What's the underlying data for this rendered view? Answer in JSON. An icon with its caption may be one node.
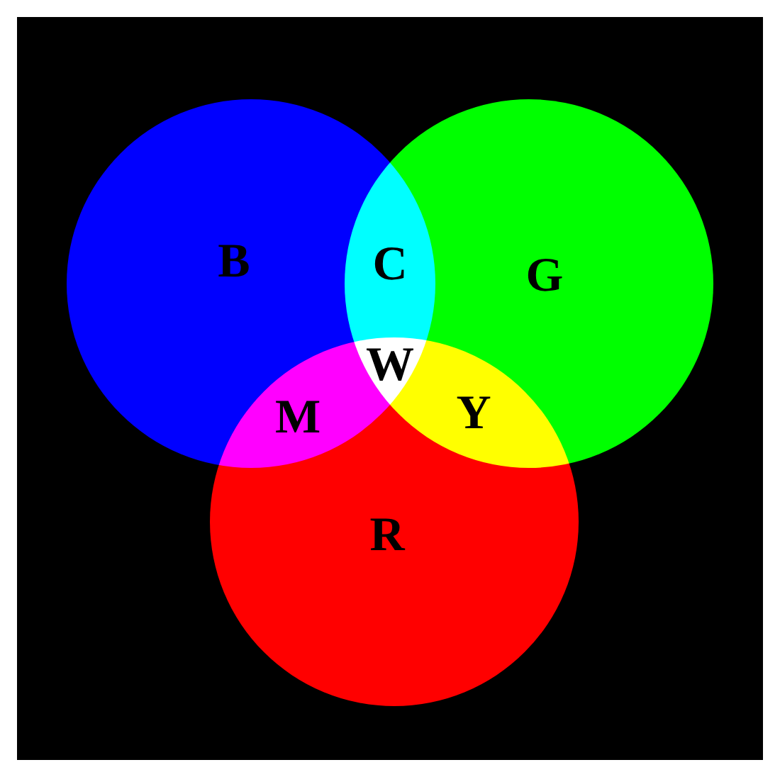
{
  "diagram": {
    "nodes": [
      {
        "text": [
          "B"
        ]
      },
      {
        "text": [
          "G"
        ]
      },
      {
        "text": [
          "R"
        ]
      }
    ],
    "labels": [
      "C",
      "W",
      "M",
      "Y"
    ]
  }
}
